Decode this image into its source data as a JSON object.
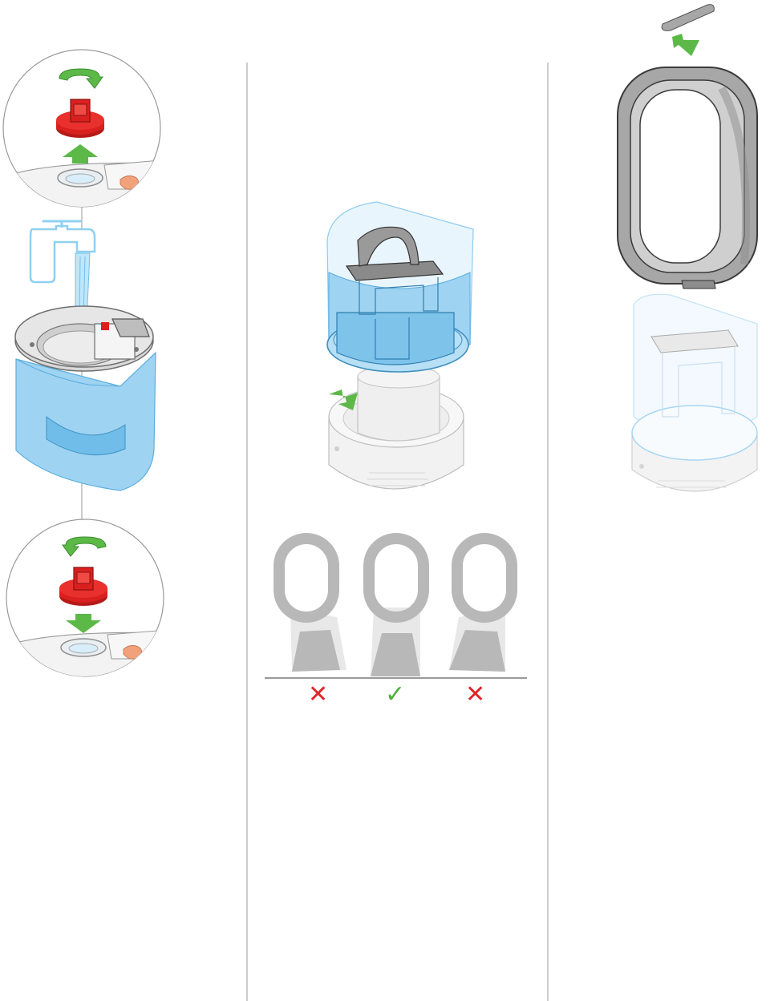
{
  "colors": {
    "water": "#9fd3f2",
    "water_edge": "#5aaede",
    "outline_blue": "#9fd0ee",
    "cap_red": "#d9201f",
    "arrow_green": "#5cb947",
    "check_green": "#4caf3a",
    "cross_red": "#e0262a",
    "grey_dark": "#8d8d8d",
    "grey_mid": "#b8b8b8",
    "grey_light": "#e6e6e6",
    "divider": "#9a9a9a",
    "skin": "#f2a27a"
  },
  "icons": {
    "rotate": "circular-arrow-icon",
    "tap": "tap-icon",
    "push": "green-arrow-icon"
  },
  "placement_marks": [
    {
      "symbol": "✕",
      "meaning": "incorrect"
    },
    {
      "symbol": "✓",
      "meaning": "correct"
    },
    {
      "symbol": "✕",
      "meaning": "incorrect"
    }
  ]
}
